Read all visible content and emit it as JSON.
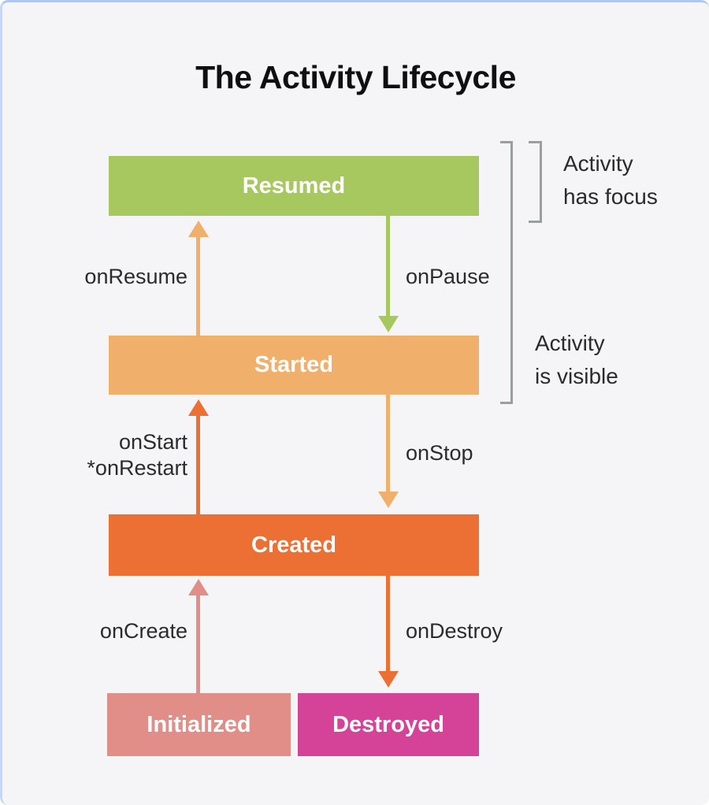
{
  "title": "The Activity Lifecycle",
  "colors": {
    "background": "#f5f4f6",
    "frame_top_border": "#aec6f0",
    "bracket": "#9b9ea0",
    "label_text": "#2b2b2b",
    "box_text": "#ffffff"
  },
  "states": [
    {
      "id": "resumed",
      "label": "Resumed",
      "color": "#a7c75f"
    },
    {
      "id": "started",
      "label": "Started",
      "color": "#f1af6c"
    },
    {
      "id": "created",
      "label": "Created",
      "color": "#ec6f33"
    },
    {
      "id": "initialized",
      "label": "Initialized",
      "color": "#e28e88"
    },
    {
      "id": "destroyed",
      "label": "Destroyed",
      "color": "#d44397"
    }
  ],
  "transitions": [
    {
      "id": "onResume",
      "label": "onResume",
      "direction": "up",
      "from": "Started",
      "to": "Resumed",
      "color": "#f1af6c"
    },
    {
      "id": "onPause",
      "label": "onPause",
      "direction": "down",
      "from": "Resumed",
      "to": "Started",
      "color": "#a7c75f"
    },
    {
      "id": "onStart",
      "label": "onStart",
      "label_line2": "*onRestart",
      "direction": "up",
      "from": "Created",
      "to": "Started",
      "color": "#ec6f33"
    },
    {
      "id": "onStop",
      "label": "onStop",
      "direction": "down",
      "from": "Started",
      "to": "Created",
      "color": "#f1af6c"
    },
    {
      "id": "onCreate",
      "label": "onCreate",
      "direction": "up",
      "from": "Initialized",
      "to": "Created",
      "color": "#e28e88"
    },
    {
      "id": "onDestroy",
      "label": "onDestroy",
      "direction": "down",
      "from": "Created",
      "to": "Destroyed",
      "color": "#ec6f33"
    }
  ],
  "annotations": [
    {
      "id": "focus",
      "line1": "Activity",
      "line2": "has focus"
    },
    {
      "id": "visible",
      "line1": "Activity",
      "line2": "is visible"
    }
  ]
}
